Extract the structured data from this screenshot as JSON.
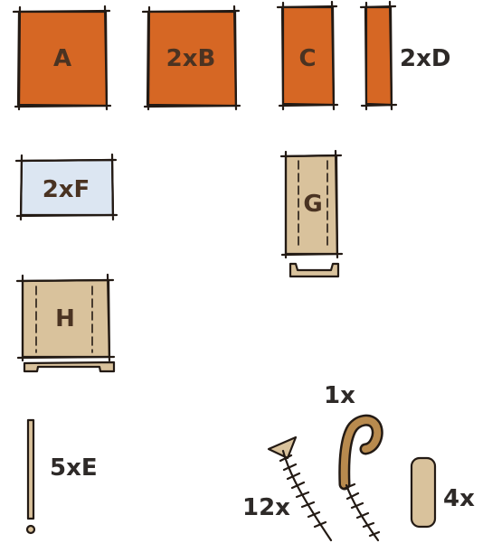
{
  "colors": {
    "orange_panel": "#d66724",
    "blue_panel": "#dce6f2",
    "wood_panel": "#d9c29c",
    "ink": "#231a14",
    "label_text": "#4a3322"
  },
  "parts": {
    "A": {
      "label": "A"
    },
    "B": {
      "label": "2xB"
    },
    "C": {
      "label": "C"
    },
    "D": {
      "label": "2xD"
    },
    "F": {
      "label": "2xF"
    },
    "G": {
      "label": "G"
    },
    "H": {
      "label": "H"
    },
    "E": {
      "label": "5xE"
    }
  },
  "hardware": {
    "hook": {
      "label": "1x",
      "icon": "hook-icon"
    },
    "screws": {
      "label": "12x",
      "icon": "screw-icon"
    },
    "pads": {
      "label": "4x",
      "icon": "pad-icon"
    }
  }
}
